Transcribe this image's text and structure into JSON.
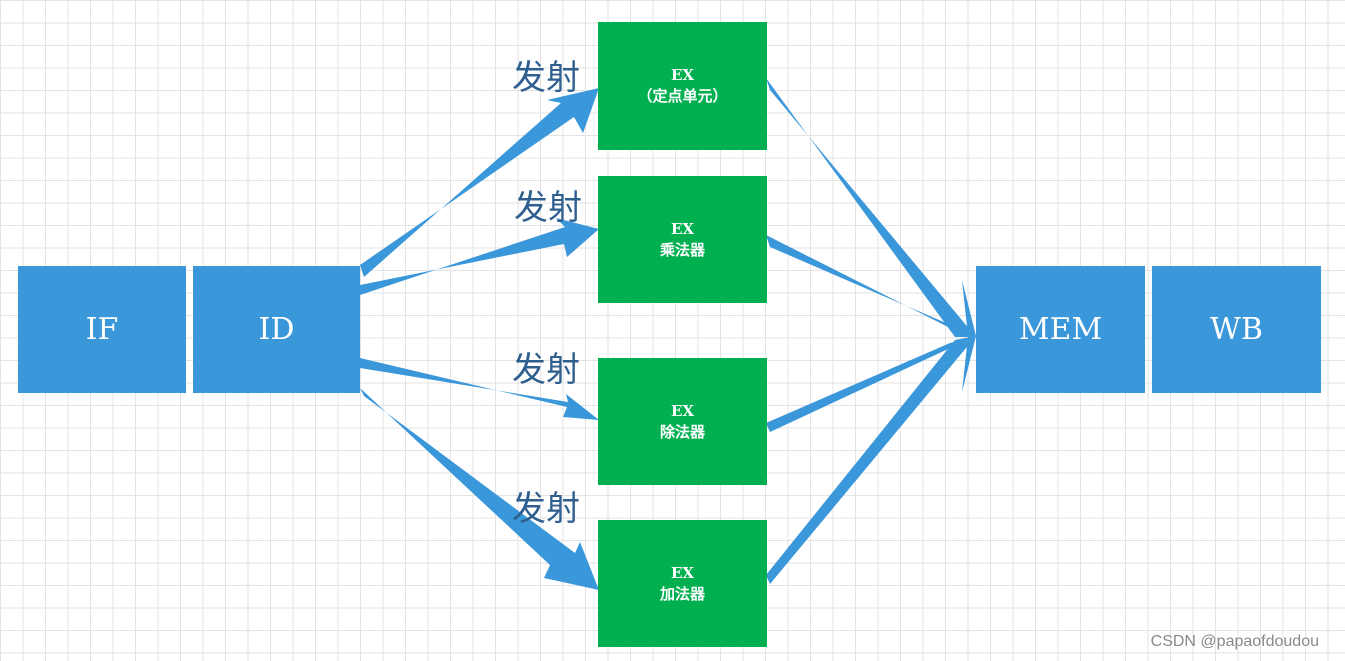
{
  "stages": {
    "if": "IF",
    "id": "ID",
    "mem": "MEM",
    "wb": "WB"
  },
  "ex_units": [
    {
      "line1": "EX",
      "line2": "（定点单元）"
    },
    {
      "line1": "EX",
      "line2": "乘法器"
    },
    {
      "line1": "EX",
      "line2": "除法器"
    },
    {
      "line1": "EX",
      "line2": "加法器"
    }
  ],
  "issue_labels": [
    "发射",
    "发射",
    "发射",
    "发射"
  ],
  "watermark": "CSDN @papaofdoudou",
  "colors": {
    "stage_blue": "#3a97da",
    "ex_green": "#00b050",
    "arrow_blue": "#3a97da",
    "label_color": "#2f5f8f"
  }
}
